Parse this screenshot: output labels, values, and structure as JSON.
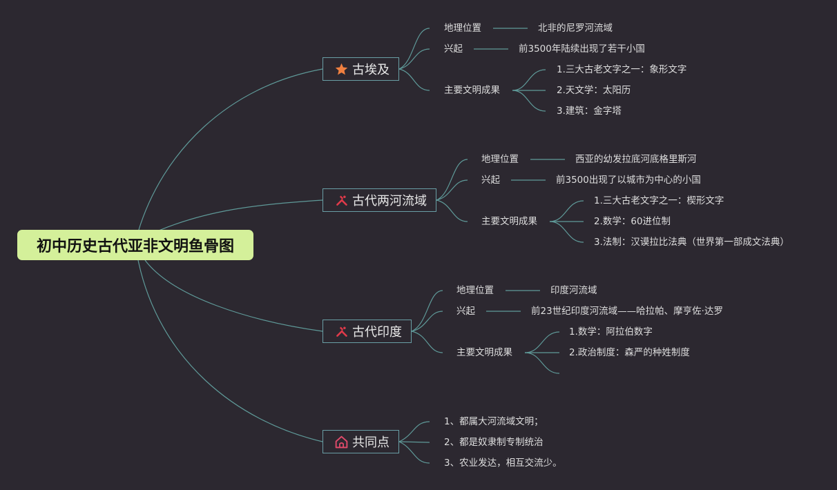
{
  "root": {
    "title": "初中历史古代亚非文明鱼骨图"
  },
  "topics": {
    "egypt": {
      "label": "古埃及",
      "icon": "star-icon",
      "items": {
        "location": {
          "label": "地理位置",
          "value": "北非的尼罗河流域"
        },
        "rise": {
          "label": "兴起",
          "value": "前3500年陆续出现了若干小国"
        },
        "achievements": {
          "label": "主要文明成果",
          "values": [
            "1.三大古老文字之一：象形文字",
            "2.天文学：太阳历",
            "3.建筑：金字塔"
          ]
        }
      }
    },
    "mesopotamia": {
      "label": "古代两河流域",
      "icon": "tools-icon",
      "items": {
        "location": {
          "label": "地理位置",
          "value": "西亚的幼发拉底河底格里斯河"
        },
        "rise": {
          "label": "兴起",
          "value": "前3500出现了以城市为中心的小国"
        },
        "achievements": {
          "label": "主要文明成果",
          "values": [
            "1.三大古老文字之一：楔形文字",
            "2.数学：60进位制",
            "3.法制：汉谟拉比法典（世界第一部成文法典）"
          ]
        }
      }
    },
    "india": {
      "label": "古代印度",
      "icon": "tools-icon",
      "items": {
        "location": {
          "label": "地理位置",
          "value": "印度河流域"
        },
        "rise": {
          "label": "兴起",
          "value": "前23世纪印度河流域——哈拉帕、摩亨佐·达罗"
        },
        "achievements": {
          "label": "主要文明成果",
          "values": [
            "1.数学：阿拉伯数字",
            "2.政治制度：森严的种姓制度"
          ]
        }
      }
    },
    "common": {
      "label": "共同点",
      "icon": "home-icon",
      "items": [
        "1、都属大河流域文明；",
        "2、都是奴隶制专制统治",
        "3、农业发达，相互交流少。"
      ]
    }
  },
  "colors": {
    "background": "#2c2830",
    "connector": "#5f9a99",
    "root_fill": "#d4f09a",
    "topic_border": "#6a9fa6",
    "star": "#f08040",
    "tools": "#e03a4a",
    "home": "#e04a6a"
  }
}
